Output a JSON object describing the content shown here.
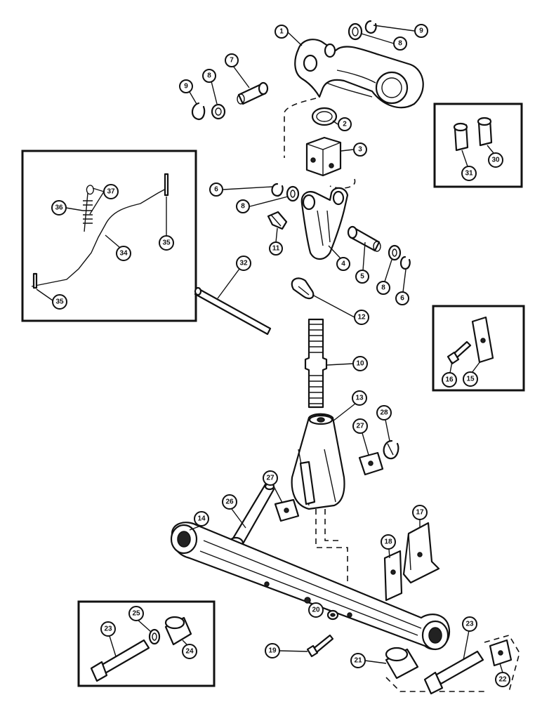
{
  "callouts": {
    "c1": "1",
    "c2": "2",
    "c3": "3",
    "c4": "4",
    "c5": "5",
    "c6a": "6",
    "c6b": "6",
    "c7": "7",
    "c8a": "8",
    "c8b": "8",
    "c8c": "8",
    "c8d": "8",
    "c9a": "9",
    "c9b": "9",
    "c10": "10",
    "c11": "11",
    "c12": "12",
    "c13": "13",
    "c14": "14",
    "c15": "15",
    "c16": "16",
    "c17": "17",
    "c18": "18",
    "c19": "19",
    "c20": "20",
    "c21": "21",
    "c22": "22",
    "c23a": "23",
    "c23b": "23",
    "c24": "24",
    "c25": "25",
    "c26": "26",
    "c27a": "27",
    "c27b": "27",
    "c28": "28",
    "c30": "30",
    "c31": "31",
    "c32": "32",
    "c34": "34",
    "c35a": "35",
    "c35b": "35",
    "c36": "36",
    "c37": "37"
  }
}
